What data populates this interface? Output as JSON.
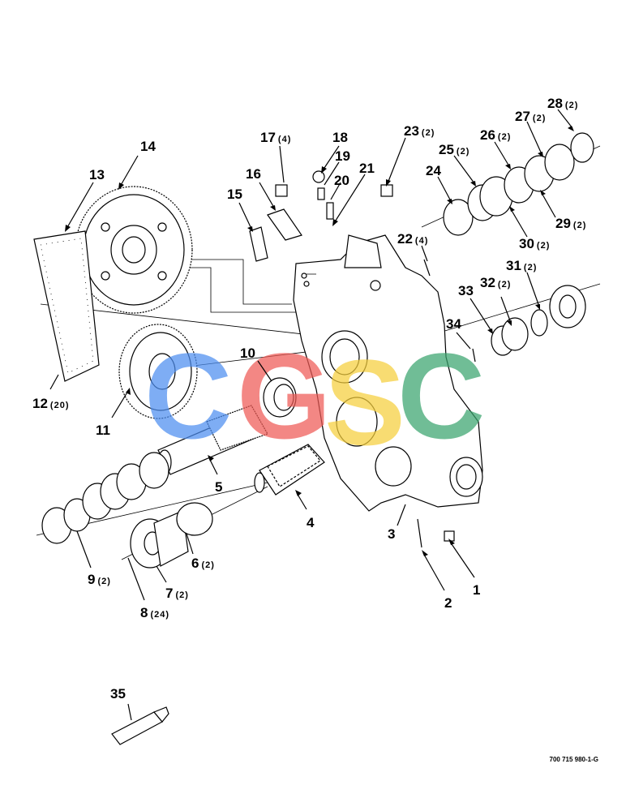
{
  "callouts": [
    {
      "id": "c1",
      "num": "1",
      "qty": ""
    },
    {
      "id": "c2",
      "num": "2",
      "qty": ""
    },
    {
      "id": "c3",
      "num": "3",
      "qty": ""
    },
    {
      "id": "c4",
      "num": "4",
      "qty": ""
    },
    {
      "id": "c5",
      "num": "5",
      "qty": ""
    },
    {
      "id": "c6",
      "num": "6",
      "qty": "(2)"
    },
    {
      "id": "c7",
      "num": "7",
      "qty": "(2)"
    },
    {
      "id": "c8",
      "num": "8",
      "qty": "(24)"
    },
    {
      "id": "c9",
      "num": "9",
      "qty": "(2)"
    },
    {
      "id": "c10",
      "num": "10",
      "qty": ""
    },
    {
      "id": "c11",
      "num": "11",
      "qty": ""
    },
    {
      "id": "c12",
      "num": "12",
      "qty": "(20)"
    },
    {
      "id": "c13",
      "num": "13",
      "qty": ""
    },
    {
      "id": "c14",
      "num": "14",
      "qty": ""
    },
    {
      "id": "c15",
      "num": "15",
      "qty": ""
    },
    {
      "id": "c16",
      "num": "16",
      "qty": ""
    },
    {
      "id": "c17",
      "num": "17",
      "qty": "(4)"
    },
    {
      "id": "c18",
      "num": "18",
      "qty": ""
    },
    {
      "id": "c19",
      "num": "19",
      "qty": ""
    },
    {
      "id": "c20",
      "num": "20",
      "qty": ""
    },
    {
      "id": "c21",
      "num": "21",
      "qty": ""
    },
    {
      "id": "c22",
      "num": "22",
      "qty": "(4)"
    },
    {
      "id": "c23",
      "num": "23",
      "qty": "(2)"
    },
    {
      "id": "c24",
      "num": "24",
      "qty": ""
    },
    {
      "id": "c25",
      "num": "25",
      "qty": "(2)"
    },
    {
      "id": "c26",
      "num": "26",
      "qty": "(2)"
    },
    {
      "id": "c27",
      "num": "27",
      "qty": "(2)"
    },
    {
      "id": "c28",
      "num": "28",
      "qty": "(2)"
    },
    {
      "id": "c29",
      "num": "29",
      "qty": "(2)"
    },
    {
      "id": "c30",
      "num": "30",
      "qty": "(2)"
    },
    {
      "id": "c31",
      "num": "31",
      "qty": "(2)"
    },
    {
      "id": "c32",
      "num": "32",
      "qty": "(2)"
    },
    {
      "id": "c33",
      "num": "33",
      "qty": ""
    },
    {
      "id": "c34",
      "num": "34",
      "qty": ""
    },
    {
      "id": "c35",
      "num": "35",
      "qty": ""
    }
  ],
  "drawing_number": "700 715 980-1-G",
  "watermark": {
    "letters": [
      "C",
      "G",
      "S",
      "C"
    ],
    "colors": [
      "#4d8ef0",
      "#ef5a55",
      "#f6cf3c",
      "#3aa56e"
    ]
  }
}
